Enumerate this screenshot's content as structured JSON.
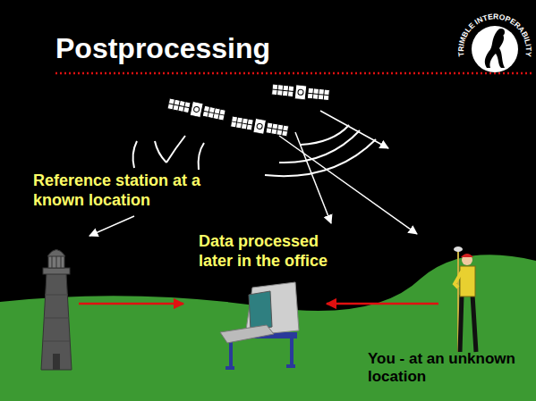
{
  "diagram": {
    "title": "Postprocessing",
    "nodes": [
      {
        "text": [
          "Reference station at a known location"
        ]
      },
      {
        "text": [
          "Data processed later in the office"
        ]
      },
      {
        "text": [
          "You - at an unknown location"
        ]
      }
    ],
    "edges": [
      {
        "from": 0,
        "to": 1,
        "arrow": "to"
      },
      {
        "from": 2,
        "to": 1,
        "arrow": "to"
      }
    ],
    "labels": [
      "TRIMBLE INTEROPERABILITY"
    ]
  }
}
